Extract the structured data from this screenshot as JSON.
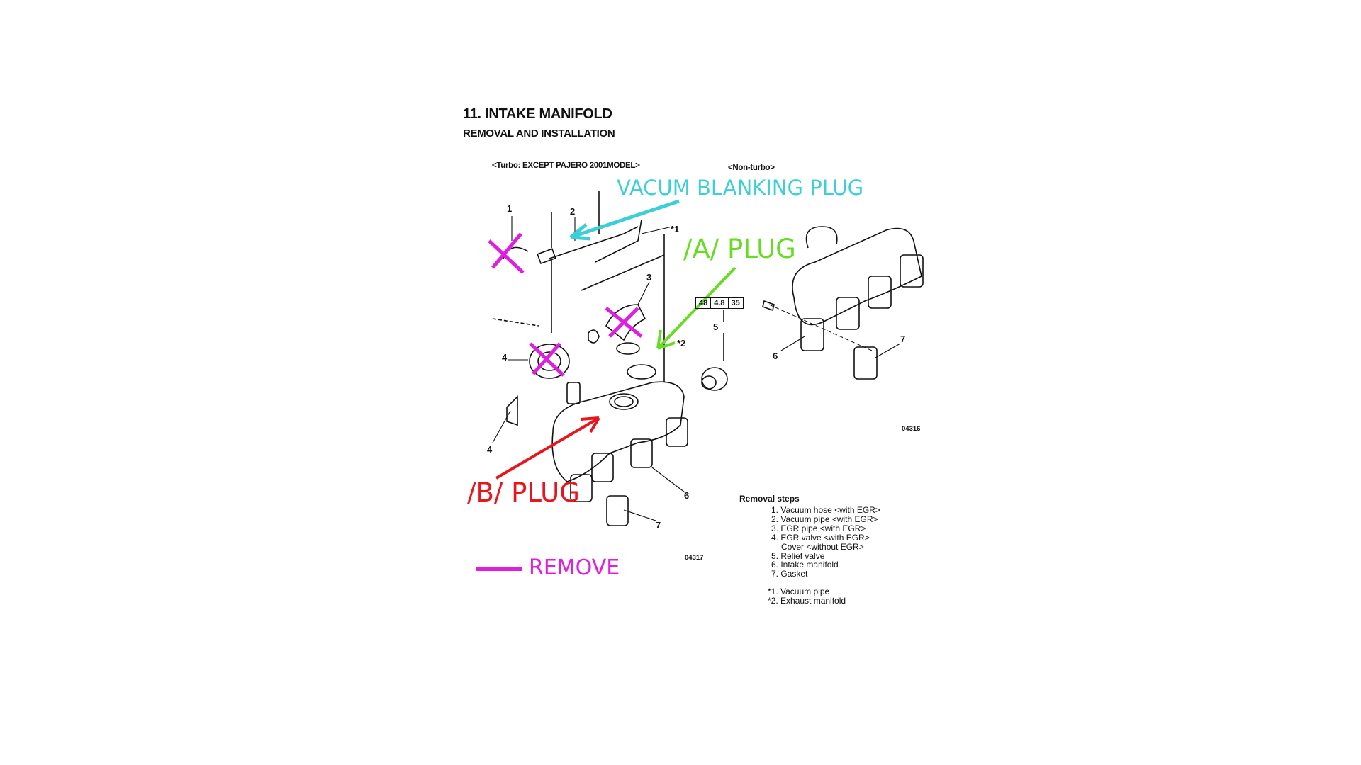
{
  "header": {
    "title": "11.  INTAKE MANIFOLD",
    "subtitle": "REMOVAL AND INSTALLATION"
  },
  "diagram": {
    "turbo_label": "<Turbo: EXCEPT PAJERO 2001MODEL>",
    "non_turbo_label": "<Non-turbo>",
    "torque_values": [
      "48",
      "4.8",
      "35"
    ],
    "figure_codes": [
      "04316",
      "04317"
    ],
    "part_numbers": {
      "p1": "1",
      "p2": "2",
      "ps1": "*1",
      "p3": "3",
      "ps2": "*2",
      "p5": "5",
      "p4a": "4",
      "p4b": "4",
      "p6a": "6",
      "p7a": "7",
      "p6b": "6",
      "p7b": "7"
    }
  },
  "annotations": {
    "vacuum_plug": "VACUM BLANKING PLUG",
    "a_plug": "/A/ PLUG",
    "b_plug": "/B/ PLUG",
    "remove_legend": "REMOVE",
    "colors": {
      "cyan": "#3ccfd6",
      "green": "#66dd22",
      "red": "#e8161c",
      "magenta": "#e01ee0"
    }
  },
  "removal_steps": {
    "heading": "Removal steps",
    "items": [
      "1. Vacuum hose <with EGR>",
      "2. Vacuum pipe <with EGR>",
      "3. EGR pipe <with EGR>",
      "4. EGR valve <with EGR>",
      "    Cover <without EGR>",
      "5. Relief valve",
      "6. Intake manifold",
      "7. Gasket"
    ],
    "notes": [
      "*1. Vacuum pipe",
      "*2. Exhaust manifold"
    ]
  }
}
